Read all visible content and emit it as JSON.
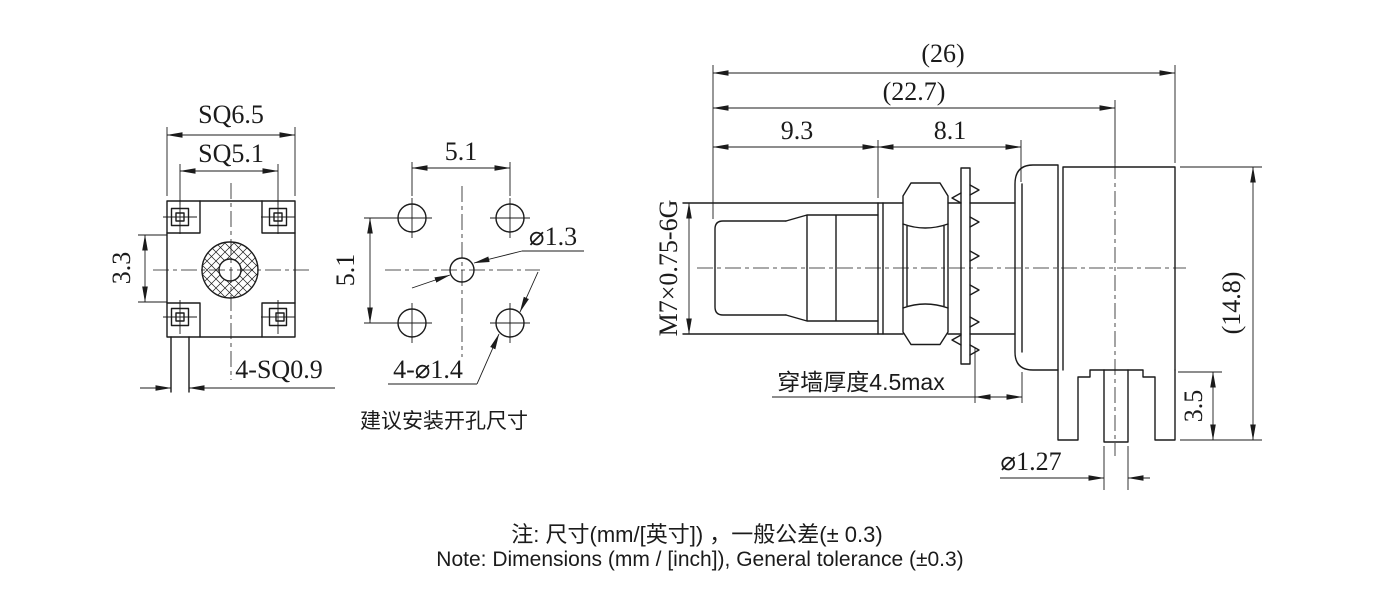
{
  "front_view": {
    "sq65": "SQ6.5",
    "sq51": "SQ5.1",
    "d33": "3.3",
    "legs": "4-SQ0.9"
  },
  "hole_view": {
    "pitch_h": "5.1",
    "pitch_v": "5.1",
    "center_hole": "⌀1.3",
    "corner_holes": "4-⌀1.4",
    "caption": "建议安装开孔尺寸"
  },
  "side_view": {
    "overall": "(26)",
    "body": "(22.7)",
    "front_len": "9.3",
    "mid_len": "8.1",
    "thread": "M7×0.75-6G",
    "wall": "穿墙厚度4.5max",
    "height": "(14.8)",
    "leg_len": "3.5",
    "pin_dia": "⌀1.27"
  },
  "notes": {
    "line1": "注: 尺寸(mm/[英寸]) ，一般公差(± 0.3)",
    "line2": "Note: Dimensions (mm / [inch]), General tolerance (±0.3)"
  },
  "colors": {
    "line": "#1b1b1b",
    "background": "#ffffff"
  }
}
